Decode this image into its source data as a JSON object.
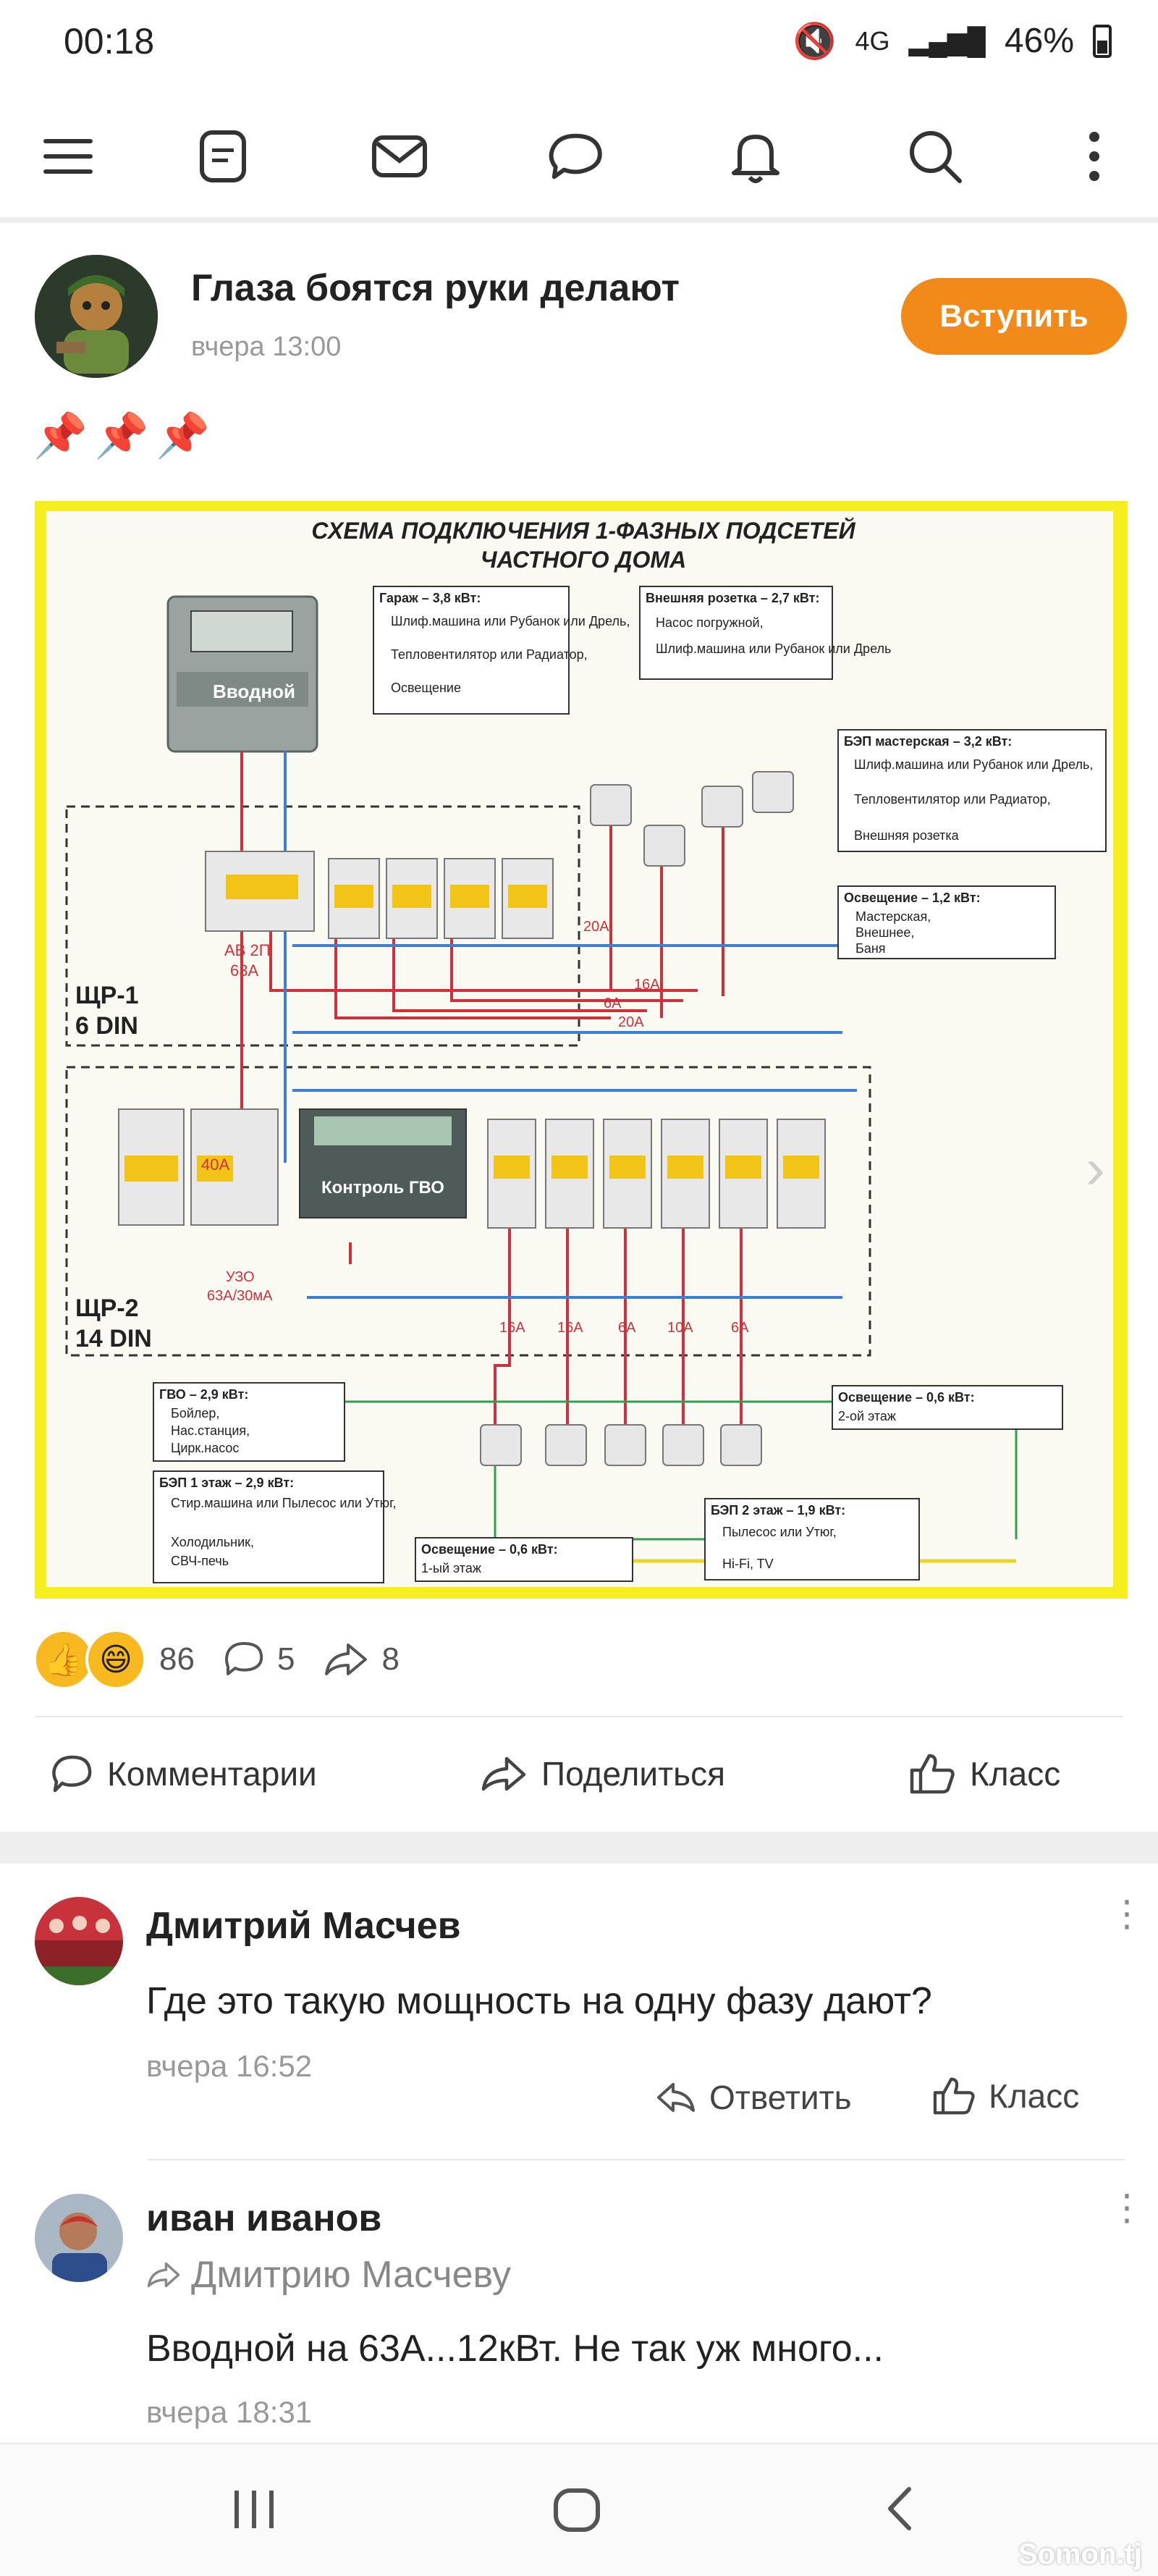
{
  "status_bar": {
    "time": "00:18",
    "network": "4G",
    "battery": "46%"
  },
  "nav": {
    "icons": [
      "menu-icon",
      "notes-icon",
      "mail-icon",
      "chat-icon",
      "bell-icon",
      "search-icon",
      "more-icon"
    ]
  },
  "post": {
    "group_name": "Глаза боятся руки делают",
    "time": "вчера 13:00",
    "join_label": "Вступить",
    "emoji_line": "📌📌📌",
    "reactions": {
      "likes": "86",
      "comments": "5",
      "shares": "8"
    },
    "actions": {
      "comment": "Комментарии",
      "share": "Поделиться",
      "like": "Класс"
    },
    "colors": {
      "accent": "#f28a1a",
      "diagram_border": "#f7ee20"
    }
  },
  "diagram": {
    "title_1": "СХЕМА ПОДКЛЮЧЕНИЯ 1-ФАЗНЫХ ПОДСЕТЕЙ",
    "title_2": "ЧАСТНОГО ДОМА",
    "meter_label": "Вводной",
    "shr1": "ЩР-1",
    "shr1_din": "6 DIN",
    "shr2": "ЩР-2",
    "shr2_din": "14 DIN",
    "ab_label": "АВ 2П",
    "ab_value": "63A",
    "uzo_label": "УЗО",
    "uzo_value": "63А/30мА",
    "kontrol": "Контроль ГВО",
    "a40": "40А",
    "feeds1": [
      "20А",
      "16А",
      "6А",
      "20А"
    ],
    "feeds2": [
      "16А",
      "16А",
      "6А",
      "10А",
      "6А"
    ],
    "garage_title": "Гараж – 3,8 кВт:",
    "garage_items": [
      "Шлиф.машина или Рубанок или Дрель,",
      "Тепловентилятор или Радиатор,",
      "Освещение"
    ],
    "outdoor_title": "Внешняя розетка – 2,7 кВт:",
    "outdoor_items": [
      "Насос погружной,",
      "Шлиф.машина или Рубанок или Дрель"
    ],
    "workshop_title": "БЭП мастерская – 3,2 кВт:",
    "workshop_items": [
      "Шлиф.машина или Рубанок или Дрель,",
      "Тепловентилятор или Радиатор,",
      "Внешняя розетка"
    ],
    "light1_title": "Освещение – 1,2 кВт:",
    "light1_items": [
      "Мастерская,",
      "Внешнее,",
      "Баня"
    ],
    "gvo_title": "ГВО – 2,9 кВт:",
    "gvo_items": [
      "Бойлер,",
      "Нас.станция,",
      "Цирк.насос"
    ],
    "bep1_title": "БЭП 1 этаж – 2,9 кВт:",
    "bep1_items": [
      "Стир.машина или Пылесос или Утюг,",
      "Холодильник,",
      "СВЧ-печь"
    ],
    "light_floor1_title": "Освещение – 0,6 кВт:",
    "light_floor1_sub": "1-ый этаж",
    "light_floor2_title": "Освещение – 0,6 кВт:",
    "light_floor2_sub": "2-ой этаж",
    "bep2_title": "БЭП 2 этаж – 1,9 кВт:",
    "bep2_items": [
      "Пылесос или Утюг,",
      "Hi-Fi, TV"
    ]
  },
  "comments": [
    {
      "author": "Дмитрий Масчев",
      "text": "Где это такую мощность на одну фазу дают?",
      "time": "вчера 16:52",
      "reply": "Ответить",
      "like": "Класс"
    },
    {
      "author": "иван иванов",
      "reply_to": "Дмитрию Масчеву",
      "text": "Вводной на 63А...12кВт. Не так уж много...",
      "time": "вчера 18:31"
    }
  ],
  "watermark": "Somon.tj"
}
